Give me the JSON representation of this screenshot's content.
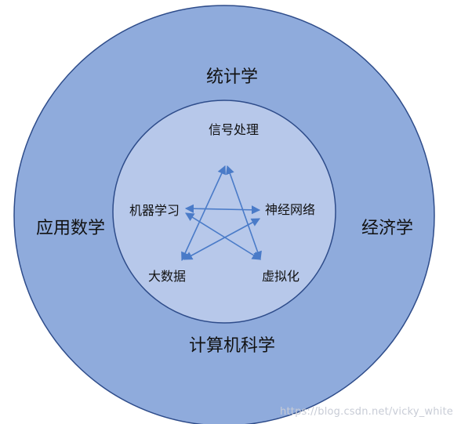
{
  "outer_ring": {
    "fill": "#8fabdc",
    "stroke": "#2e4c8a",
    "labels": {
      "top": "统计学",
      "left": "应用数学",
      "right": "经济学",
      "bottom": "计算机科学"
    }
  },
  "inner_circle": {
    "fill": "#b7c8ea",
    "stroke": "#2e4c8a",
    "labels": {
      "top": "信号处理",
      "left": "机器学习",
      "right": "神经网络",
      "bottom_left": "大数据",
      "bottom_right": "虚拟化"
    }
  },
  "arrow_color": "#4a7bc8",
  "watermark": "https://blog.csdn.net/vicky_white"
}
